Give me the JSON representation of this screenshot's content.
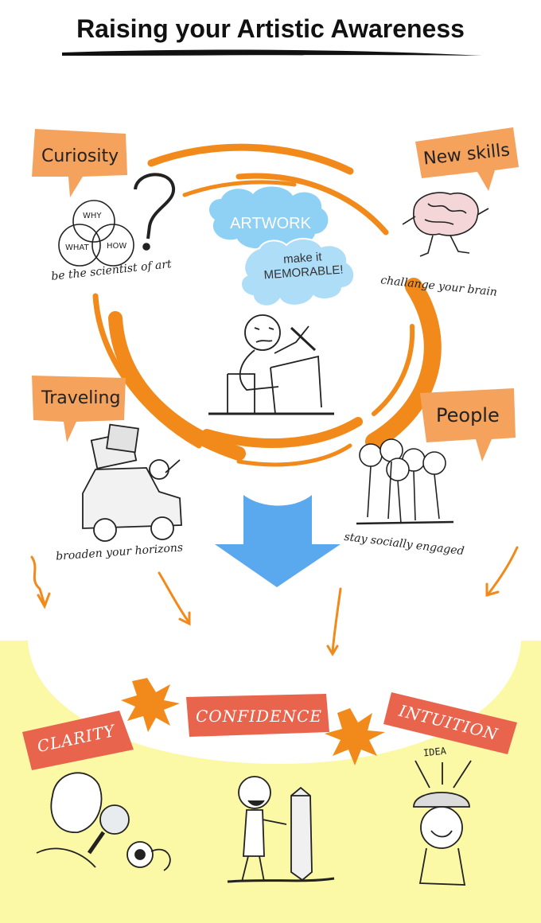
{
  "title": "Raising your Artistic Awareness",
  "center": {
    "cloud1": "ARTWORK",
    "cloud2_line1": "make it",
    "cloud2_line2": "MEMORABLE!"
  },
  "factors": [
    {
      "label": "Curiosity",
      "caption": "be the scientist of art",
      "icon": "venn-question-icon",
      "doodle": [
        "WHY",
        "WHAT",
        "HOW"
      ]
    },
    {
      "label": "New skills",
      "caption": "challange your brain",
      "icon": "running-brain-icon"
    },
    {
      "label": "Traveling",
      "caption": "broaden your horizons",
      "icon": "loaded-car-icon"
    },
    {
      "label": "People",
      "caption": "stay socially engaged",
      "icon": "group-of-people-icon"
    }
  ],
  "outcomes": [
    {
      "label": "CLARITY",
      "icon": "magnifier-person-icon"
    },
    {
      "label": "CONFIDENCE",
      "icon": "person-with-pencil-icon"
    },
    {
      "label": "INTUITION",
      "icon": "idea-helmet-person-icon",
      "doodle": "IDEA"
    }
  ],
  "colors": {
    "orange": "#f28a1b",
    "bubble_orange": "#f5a25c",
    "outcome_red": "#e8644d",
    "yellow_bg": "#fbf8a6",
    "arrow_blue": "#5aa9ee",
    "cloud_blue": "#8fd0f5"
  }
}
